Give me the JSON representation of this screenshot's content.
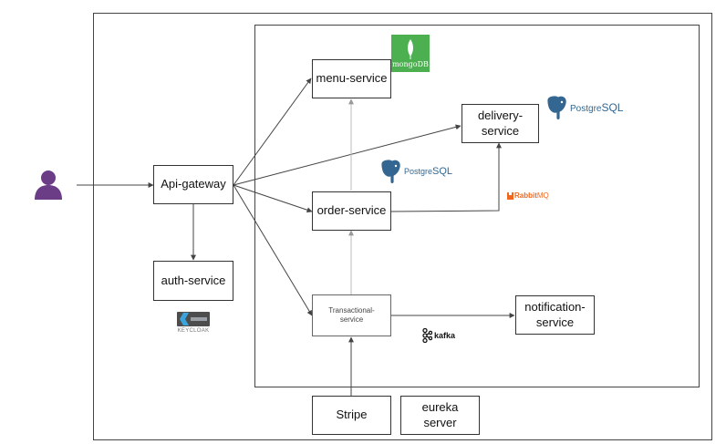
{
  "nodes": {
    "api_gateway": "Api-gateway",
    "auth_service": "auth-service",
    "menu_service": "menu-service",
    "delivery_service": "delivery-\nservice",
    "order_service": "order-service",
    "transactional_service": "Transactional-\nservice",
    "notification_service": "notification-\nservice",
    "stripe": "Stripe",
    "eureka_server": "eureka\nserver"
  },
  "tech": {
    "mongodb": "mongoDB",
    "postgresql_prefix": "Postgre",
    "postgresql_suffix": "SQL",
    "rabbitmq_prefix": "Rabbit",
    "rabbitmq_suffix": "MQ",
    "kafka": "kafka",
    "keycloak": "KEYCLOAK"
  },
  "colors": {
    "user_icon": "#6a3d86",
    "mongodb_bg": "#4caf50",
    "postgres_blue": "#336791",
    "rabbitmq_orange": "#f06820",
    "keycloak_blue": "#3aa5dc",
    "line": "#444444",
    "line_light": "#c8c8c8"
  },
  "icons": [
    "user-icon",
    "mongodb-logo-icon",
    "postgresql-elephant-icon",
    "rabbitmq-logo-icon",
    "kafka-logo-icon",
    "keycloak-logo-icon"
  ]
}
